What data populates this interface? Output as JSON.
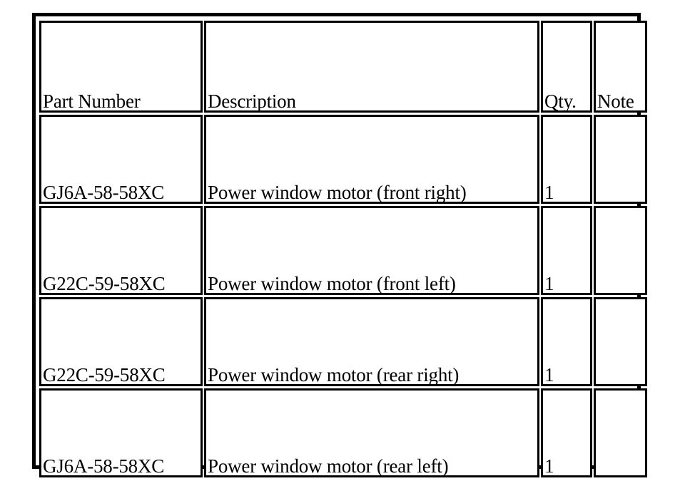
{
  "document": {
    "type": "parts-table",
    "background_color": "#ffffff",
    "ink_color": "#000000"
  },
  "table": {
    "columns": [
      {
        "key": "part_number",
        "header": "Part Number"
      },
      {
        "key": "description",
        "header": "Description"
      },
      {
        "key": "qty",
        "header": "Qty."
      },
      {
        "key": "note",
        "header": "Note"
      }
    ],
    "rows": [
      {
        "part_number": "GJ6A-58-58XC",
        "description": "Power window motor (front right)",
        "qty": "1",
        "note": ""
      },
      {
        "part_number": "G22C-59-58XC",
        "description": "Power window motor (front left)",
        "qty": "1",
        "note": ""
      },
      {
        "part_number": "G22C-59-58XC",
        "description": "Power window motor (rear right)",
        "qty": "1",
        "note": ""
      },
      {
        "part_number": "GJ6A-58-58XC",
        "description": "Power window motor (rear left)",
        "qty": "1",
        "note": ""
      }
    ]
  }
}
